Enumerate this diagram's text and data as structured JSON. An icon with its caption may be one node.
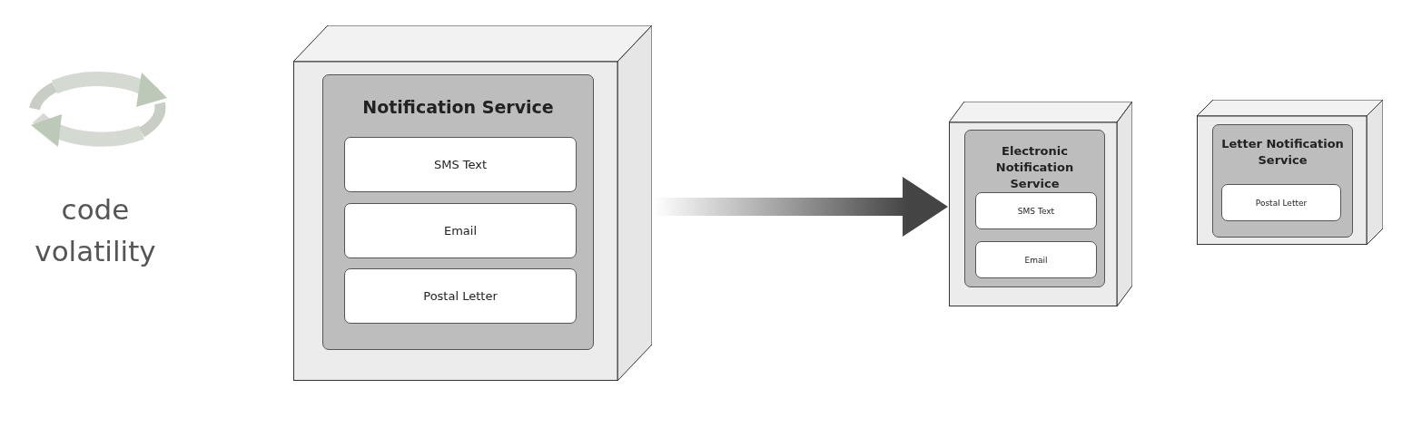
{
  "diagram": {
    "nodes": [
      {
        "text": [],
        "shape": "box"
      },
      {
        "text": [
          "Notification Service"
        ],
        "in": 0
      },
      {
        "text": [
          "SMS Text"
        ],
        "in": 1
      },
      {
        "text": [
          "Email"
        ],
        "in": 1
      },
      {
        "text": [
          "Postal Letter"
        ],
        "in": 1
      },
      {
        "text": [],
        "shape": "box"
      },
      {
        "text": [
          "Electronic Notification Service"
        ],
        "in": 5
      },
      {
        "text": [
          "SMS Text"
        ],
        "in": 6
      },
      {
        "text": [
          "Email"
        ],
        "in": 6
      },
      {
        "text": [],
        "shape": "box"
      },
      {
        "text": [
          "Letter Notification Service"
        ],
        "in": 9
      },
      {
        "text": [
          "Postal Letter"
        ],
        "in": 10
      }
    ],
    "edges": [
      {
        "from": 0,
        "to": 5,
        "arrow": "to",
        "style": "thick"
      }
    ],
    "labels": [
      "code volatility"
    ]
  }
}
